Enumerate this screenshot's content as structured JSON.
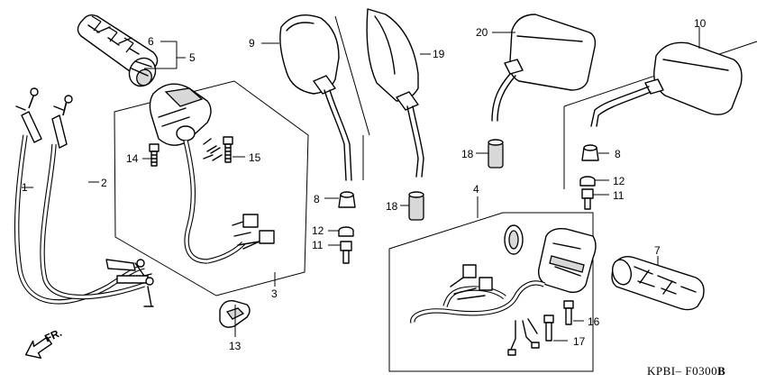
{
  "diagram": {
    "callouts": {
      "c1": "1",
      "c2": "2",
      "c3": "3",
      "c4": "4",
      "c5": "5",
      "c6": "6",
      "c7": "7",
      "c8a": "8",
      "c8b": "8",
      "c9": "9",
      "c10": "10",
      "c11a": "11",
      "c11b": "11",
      "c12a": "12",
      "c12b": "12",
      "c13": "13",
      "c14": "14",
      "c15": "15",
      "c16": "16",
      "c17": "17",
      "c18a": "18",
      "c18b": "18",
      "c19": "19",
      "c20": "20"
    },
    "front_arrow_label": "FR.",
    "drawing_code": "KPBI– F0300",
    "drawing_code_suffix": "B"
  }
}
